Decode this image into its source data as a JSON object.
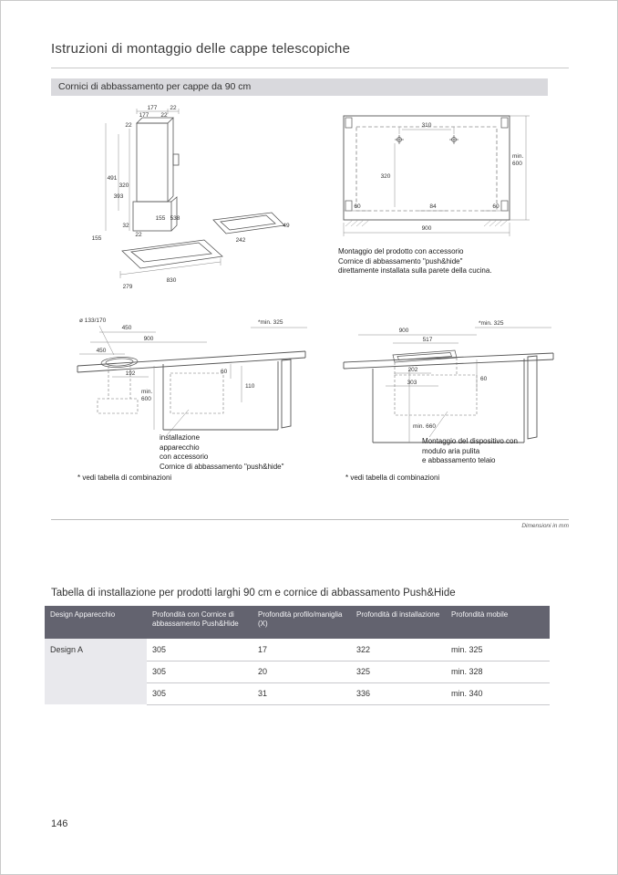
{
  "page": {
    "title": "Istruzioni di montaggio delle cappe telescopiche",
    "banner": "Cornici di abbassamento per cappe da 90 cm",
    "units_note": "Dimensioni in mm",
    "page_number": "146"
  },
  "colors": {
    "banner_bg": "#d9d9dd",
    "table_header_bg": "#63636f",
    "table_first_col_bg": "#e9e9ed"
  },
  "diagrams": {
    "iso": {
      "d177a": "177",
      "d22a": "22",
      "d177b": "177",
      "d22b": "22",
      "d22c": "22",
      "d491": "491",
      "d320": "320",
      "d393": "393",
      "d32": "32",
      "d155a": "155",
      "d22d": "22",
      "d155b": "155",
      "d538": "538",
      "d242": "242",
      "d49": "49",
      "d830": "830",
      "d279": "279"
    },
    "wall": {
      "d310": "310",
      "d320": "320",
      "min_l1": "min.",
      "min_l2": "600",
      "d60a": "60",
      "d84": "84",
      "d60b": "60",
      "d900": "900"
    },
    "secL": {
      "hole": "ø 133/170",
      "min325": "*min. 325",
      "d450a": "450",
      "d900": "900",
      "d450b": "450",
      "d192": "192",
      "d110": "110",
      "d60": "60",
      "min_l1": "min.",
      "min_l2": "600"
    },
    "secR": {
      "min325": "*min. 325",
      "d900": "900",
      "d517": "517",
      "d202": "202",
      "d303": "303",
      "d60": "60",
      "min660": "min. 660"
    }
  },
  "captions": {
    "wall_lines": [
      "Montaggio del prodotto con accessorio",
      "Cornice di abbassamento \"push&hide\"",
      "direttamente installata sulla parete della cucina."
    ],
    "secL_lines": [
      "installazione",
      "apparecchio",
      "con accessorio",
      "Cornice di abbassamento \"push&hide\""
    ],
    "secL_note": "* vedi tabella di combinazioni",
    "secR_lines": [
      "Montaggio del dispositivo con",
      "modulo aria pulita",
      "e abbassamento telaio"
    ],
    "secR_note": "* vedi tabella di combinazioni"
  },
  "table": {
    "title": "Tabella di installazione per prodotti larghi 90 cm e cornice di abbassamento Push&Hide",
    "headers": [
      "Design Apparecchio",
      "Profondità con Cornice di abbassamento Push&Hide",
      "Profondità profilo/maniglia (X)",
      "Profondità di installazione",
      "Profondità mobile"
    ],
    "rows": [
      [
        "Design A",
        "305",
        "17",
        "322",
        "min. 325"
      ],
      [
        "",
        "305",
        "20",
        "325",
        "min. 328"
      ],
      [
        "",
        "305",
        "31",
        "336",
        "min. 340"
      ]
    ]
  }
}
